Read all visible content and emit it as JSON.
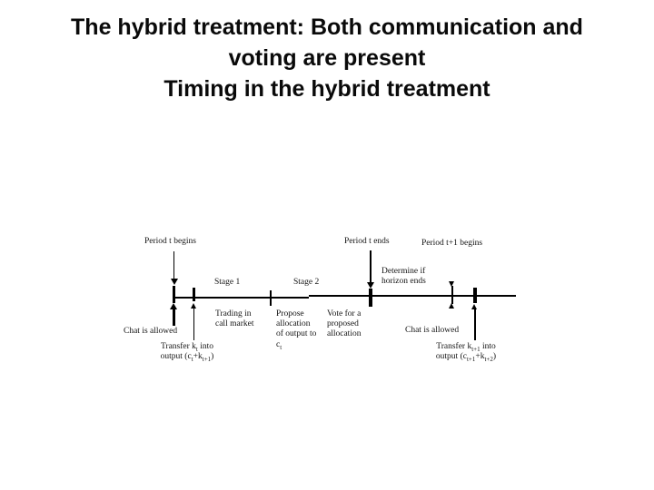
{
  "slide": {
    "background": "#ffffff",
    "ink": "#000000"
  },
  "title": {
    "lines": [
      "The hybrid treatment: Both communication and",
      "voting are present",
      "Timing in the hybrid treatment"
    ]
  },
  "timeline": {
    "period_t_begins": "Period t begins",
    "period_t_ends": "Period t ends",
    "period_t_plus_1_begins": "Period t+1 begins",
    "determine_horizon": {
      "lines": [
        "Determine if",
        "horizon ends"
      ]
    },
    "stage_1": "Stage 1",
    "stage_2": "Stage 2",
    "trading": {
      "lines": [
        "Trading in",
        "call market"
      ]
    },
    "propose": {
      "lines": [
        "Propose",
        "allocation",
        "of output to",
        "c[t]"
      ]
    },
    "vote": {
      "lines": [
        "Vote for a",
        "proposed",
        "allocation"
      ]
    },
    "chat_left": "Chat is allowed",
    "chat_right": "Chat is allowed",
    "transfer_left": {
      "lines": [
        "Transfer k[t] into",
        "output (c[t]+k[t+1])"
      ]
    },
    "transfer_right": {
      "lines": [
        "Transfer k[t+1] into",
        "output (c[t+1]+k[t+2])"
      ]
    }
  }
}
